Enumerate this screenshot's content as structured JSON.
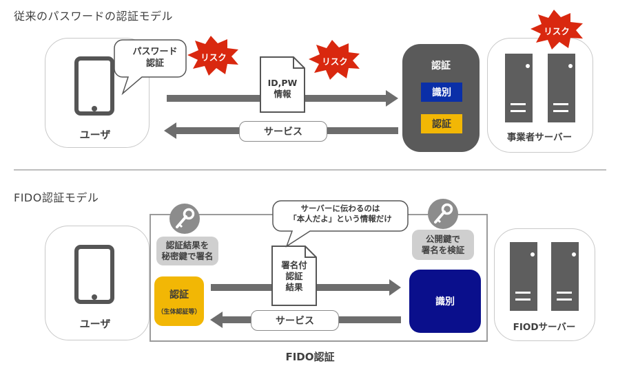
{
  "traditional": {
    "title": "従来のパスワードの認証モデル",
    "user_label": "ユーザ",
    "bubble_line1": "パスワード",
    "bubble_line2": "認証",
    "doc_line1": "ID,PW",
    "doc_line2": "情報",
    "service_label": "サービス",
    "server_label": "事業者サーバー",
    "auth_box": {
      "title": "認証",
      "identify": "識別",
      "authenticate": "認証"
    },
    "risk_label": "リスク"
  },
  "fido": {
    "title": "FIDO認証モデル",
    "user_label": "ユーザ",
    "sign_badge_line1": "認証結果を",
    "sign_badge_line2": "秘密鍵で署名",
    "auth_box_title": "認証",
    "auth_box_sub": "（生体認証等）",
    "doc_line1": "署名付",
    "doc_line2": "認証",
    "doc_line3": "結果",
    "bubble_line1": "サーバーに伝わるのは",
    "bubble_line2": "「本人だよ」という情報だけ",
    "verify_badge_line1": "公開鍵で",
    "verify_badge_line2": "署名を検証",
    "identify_label": "識別",
    "service_label": "サービス",
    "server_label": "FIODサーバー",
    "frame_label": "FIDO認証"
  },
  "colors": {
    "arrow": "#6d6d6d",
    "dark_box": "#5a5a5a",
    "identify_blue": "#0a2fa8",
    "auth_yellow": "#f2b705",
    "fido_navy": "#0a0f8c",
    "risk_red": "#d9280f",
    "key_grey": "#8c8c8c"
  }
}
